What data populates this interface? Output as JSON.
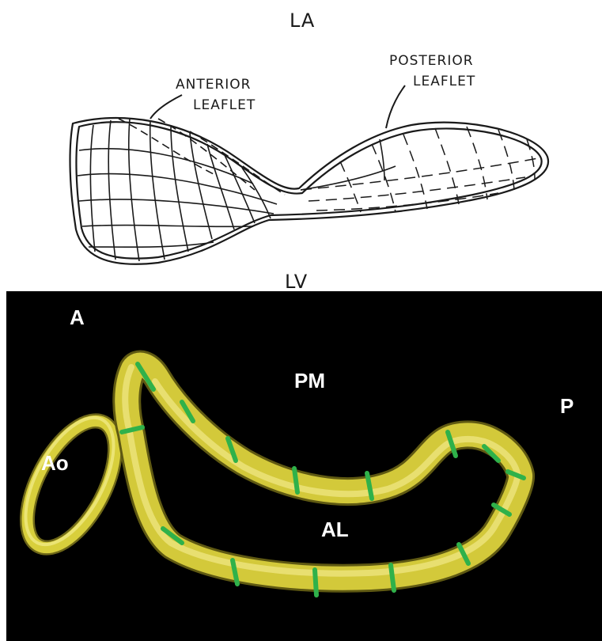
{
  "sketch": {
    "top_label": "LA",
    "bottom_label": "LV",
    "anterior_line1": "ANTERIOR",
    "anterior_line2": "LEAFLET",
    "posterior_line1": "POSTERIOR",
    "posterior_line2": "LEAFLET"
  },
  "render": {
    "label_a": "A",
    "label_p": "P",
    "label_pm": "PM",
    "label_al": "AL",
    "label_ao": "Ao",
    "ring_color": "#d8cf3c",
    "marker_color": "#2fb14a",
    "background": "#000000"
  }
}
